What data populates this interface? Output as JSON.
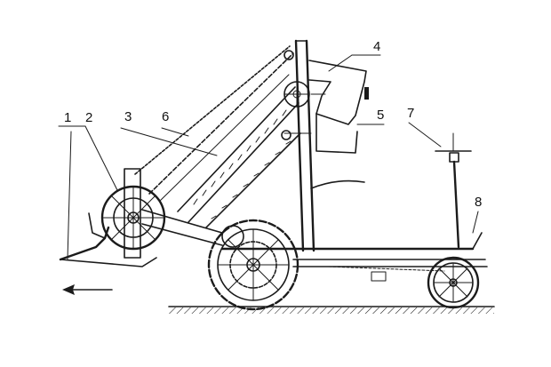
{
  "diagram": {
    "labels": [
      "1",
      "2",
      "3",
      "4",
      "5",
      "6",
      "7",
      "8"
    ],
    "colors": {
      "ink": "#1b1b1b",
      "background": "#ffffff"
    },
    "direction_icon": "arrow-left-icon"
  }
}
